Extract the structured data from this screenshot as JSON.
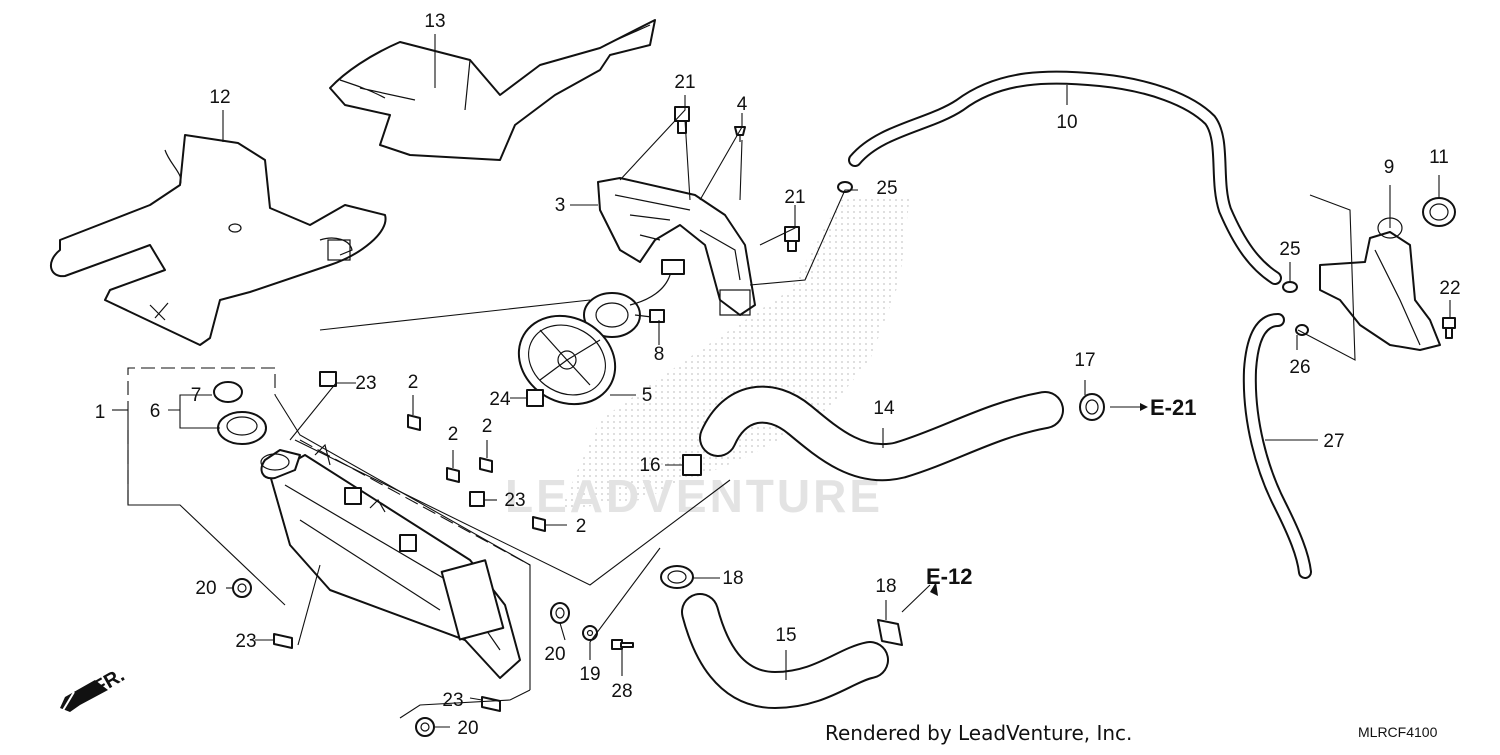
{
  "diagram": {
    "part_numbers": [
      "1",
      "2",
      "3",
      "4",
      "5",
      "6",
      "7",
      "8",
      "9",
      "10",
      "11",
      "12",
      "13",
      "14",
      "15",
      "16",
      "17",
      "18",
      "19",
      "20",
      "21",
      "22",
      "23",
      "24",
      "25",
      "26",
      "27",
      "28"
    ],
    "references": {
      "e21": "E-21",
      "e12": "E-12",
      "front_arrow": "FR."
    },
    "watermark": "LEADVENTURE",
    "credit": "Rendered by LeadVenture, Inc.",
    "code": "MLRCF4100"
  }
}
